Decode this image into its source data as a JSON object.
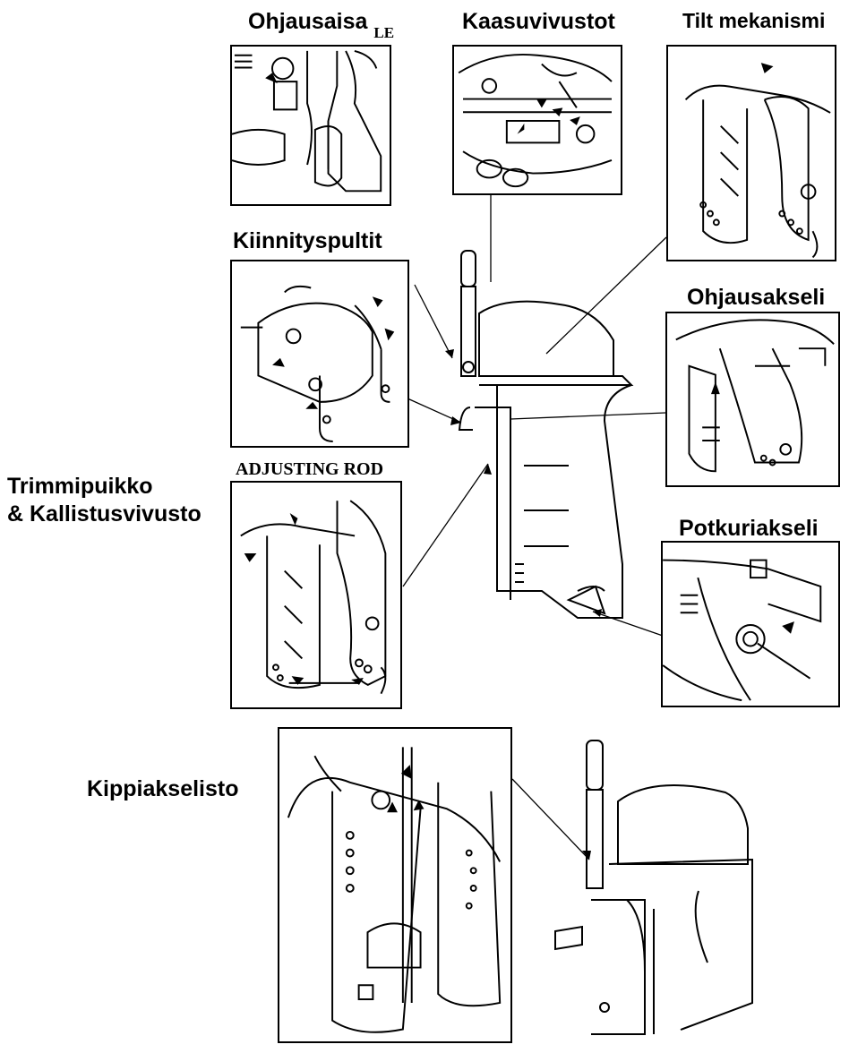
{
  "labels": {
    "ohjausaisa": "Ohjausaisa",
    "ohjausaisa_suffix": "LE",
    "kaasuvivustot": "Kaasuvivustot",
    "tilt": "Tilt mekanismi",
    "kiinnityspultit": "Kiinnityspultit",
    "ohjausakseli": "Ohjausakseli",
    "adjusting_rod": "ADJUSTING ROD",
    "trimmipuikko_line1": "Trimmipuikko",
    "trimmipuikko_line2": "& Kallistusvivusto",
    "potkuriakseli": "Potkuriakseli",
    "kippiakselisto": "Kippiakselisto"
  },
  "icons": {
    "arrow": "arrow-icon",
    "outboard_motor": "outboard-motor-illustration"
  }
}
